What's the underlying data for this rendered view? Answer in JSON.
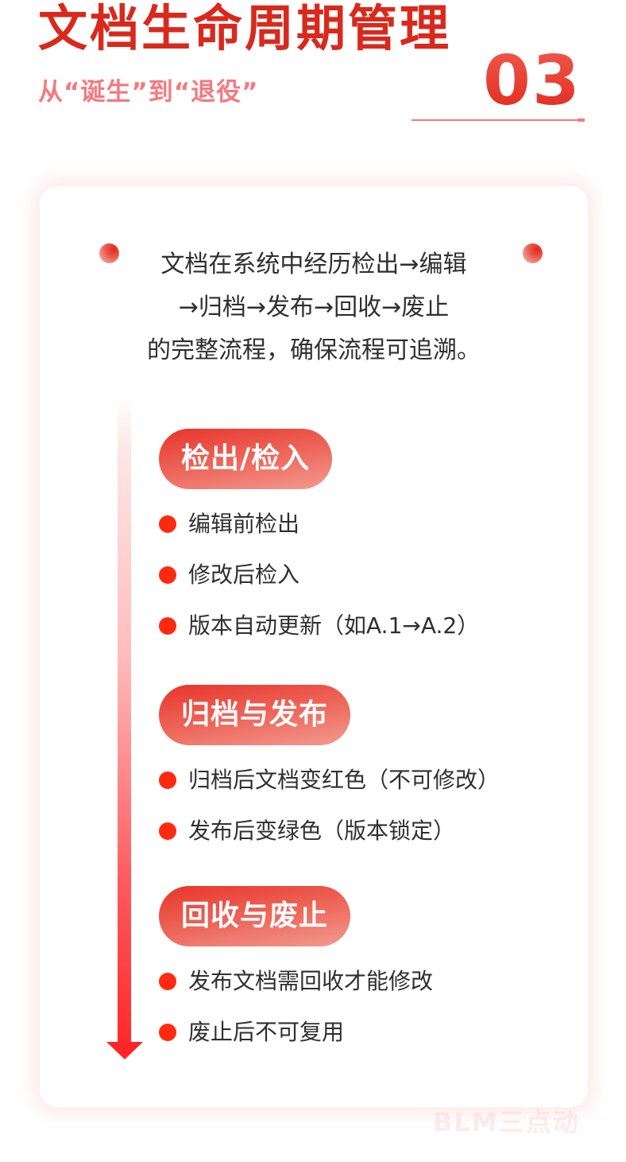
{
  "header": {
    "title": "文档生命周期管理",
    "subtitle": "从“诞生”到“退役”",
    "chapter_number": "03"
  },
  "intro": {
    "lines": [
      "文档在系统中经历检出→编辑",
      "→归档→发布→回收→废止",
      "的完整流程，确保流程可追溯。"
    ]
  },
  "sections": [
    {
      "label": "检出/检入",
      "bullets": [
        "编辑前检出",
        "修改后检入",
        "版本自动更新（如A.1→A.2）"
      ]
    },
    {
      "label": "归档与发布",
      "bullets": [
        "归档后文档变红色（不可修改）",
        "发布后变绿色（版本锁定）"
      ]
    },
    {
      "label": "回收与废止",
      "bullets": [
        "发布文档需回收才能修改",
        "废止后不可复用"
      ]
    }
  ],
  "watermark": "BLM三点动",
  "colors": {
    "title_red": "#d9291c",
    "subtitle_pink": "#f47a80",
    "bullet_dot": "#ff2a10",
    "pill_gradient_start": "#e8342a",
    "pill_gradient_end": "#f39a90",
    "text_dark": "#2f2f2f"
  }
}
